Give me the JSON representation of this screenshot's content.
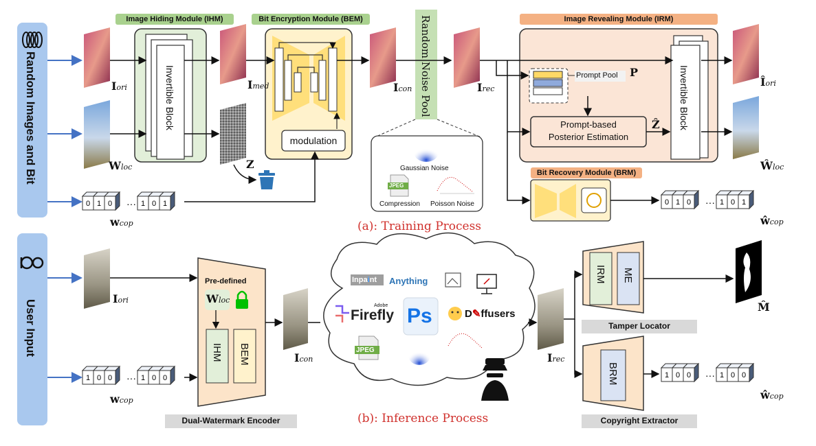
{
  "side_labels": {
    "top": "Random Images and Bit",
    "bottom": "User Input"
  },
  "modules": {
    "ihm": "Image Hiding Module (IHM)",
    "bem": "Bit Encryption Module (BEM)",
    "irm": "Image Revealing Module (IRM)",
    "brm": "Bit Recovery Module (BRM)",
    "noise_pool": "Random Noise Pool",
    "invertible_block": "Invertible Block",
    "modulation": "modulation",
    "prompt_pool": "Prompt Pool",
    "prompt_estimation_line1": "Prompt-based",
    "prompt_estimation_line2": "Posterior Estimation"
  },
  "noise": {
    "gaussian": "Gaussian Noise",
    "jpeg": "JPEG",
    "compression": "Compression",
    "poisson": "Poisson Noise"
  },
  "symbols": {
    "I": "I",
    "ori": "ori",
    "med": "med",
    "con": "con",
    "rec": "rec",
    "W": "W",
    "loc": "loc",
    "w": "w",
    "cop": "cop",
    "Z": "Z",
    "P": "P",
    "M": "M",
    "I_hat": "Î",
    "W_hat": "Ŵ",
    "Z_hat": "Ẑ",
    "w_hat": "ŵ",
    "M_hat": "M̂"
  },
  "bits": {
    "train_left": [
      "0",
      "1",
      "0"
    ],
    "train_right": [
      "1",
      "0",
      "1"
    ],
    "infer_left": [
      "1",
      "0",
      "0"
    ],
    "infer_right": [
      "1",
      "0",
      "0"
    ],
    "ellipsis": "···"
  },
  "captions": {
    "training": "(a): Training Process",
    "inference": "(b): Inference Process"
  },
  "inference": {
    "predefined": "Pre-defined",
    "ihm": "IHM",
    "bem": "BEM",
    "encoder": "Dual-Watermark Encoder",
    "irm": "IRM",
    "me": "ME",
    "brm": "BRM",
    "tamper_locator": "Tamper Locator",
    "copyright_extractor": "Copyright Extractor"
  },
  "tools": {
    "inpaint_anything_a": "Inpa",
    "inpaint_anything_b": "i",
    "inpaint_anything_c": "nt",
    "inpaint_anything_d": "Anything",
    "firefly": "Firefly",
    "adobe": "Adobe",
    "ps": "Ps",
    "diffusers": "D",
    "diffusers_rest": "ffusers",
    "jpeg": "JPEG"
  },
  "colors": {
    "side_panel": "#a9c8ee",
    "ihm_fill": "#e2efd9",
    "ihm_tag": "#a9d18e",
    "bem_fill": "#fff2cc",
    "irm_fill": "#fbe5d6",
    "irm_tag": "#f4b183",
    "noise_pool": "#c5e0b4",
    "arrow_blue": "#4472c4",
    "caption_red": "#d0312d",
    "gray_tag": "#d9d9d9",
    "trapezoid": "#fce4c9",
    "module_blue": "#dae3f3",
    "module_green": "#e2efd9"
  }
}
